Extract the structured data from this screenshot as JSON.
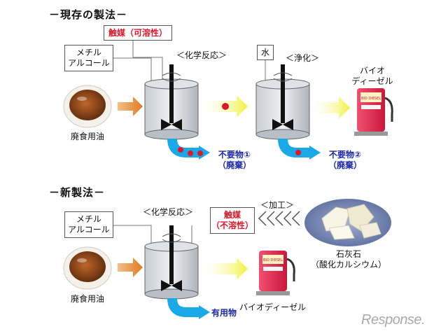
{
  "current": {
    "title": "－現存の製法－",
    "catalyst": "触媒（可溶性）",
    "methanol": [
      "メチル",
      "アルコール"
    ],
    "reaction": "＜化学反応＞",
    "water": "水",
    "purify": "＜浄化＞",
    "biodiesel": [
      "バイオ",
      "ディーゼル"
    ],
    "oil": "廃食用油",
    "waste1": [
      "不要物①",
      "（廃棄）"
    ],
    "waste2": [
      "不要物②",
      "（廃棄）"
    ]
  },
  "new": {
    "title": "－新製法－",
    "methanol": [
      "メチル",
      "アルコール"
    ],
    "reaction": "＜化学反応＞",
    "catalyst": [
      "触媒",
      "（不溶性）"
    ],
    "process": "＜加工＞",
    "limestone": [
      "石灰石",
      "（酸化カルシウム）"
    ],
    "biodiesel": "バイオディーゼル",
    "oil": "廃食用油",
    "useful": "有用物"
  },
  "pump_display": "BIO DIESEL",
  "watermark": "Response.",
  "colors": {
    "red": "#e0162b",
    "blue": "#1a2aa8",
    "yellow_arrow": "#f4f03a",
    "orange_arrow": "#e07a22",
    "blue_arrow": "#19a8e8",
    "pump": "#e0284a"
  },
  "icons": [
    "bowl-of-oil",
    "reactor-tank",
    "stirrer",
    "fuel-pump",
    "limestone-plate"
  ]
}
